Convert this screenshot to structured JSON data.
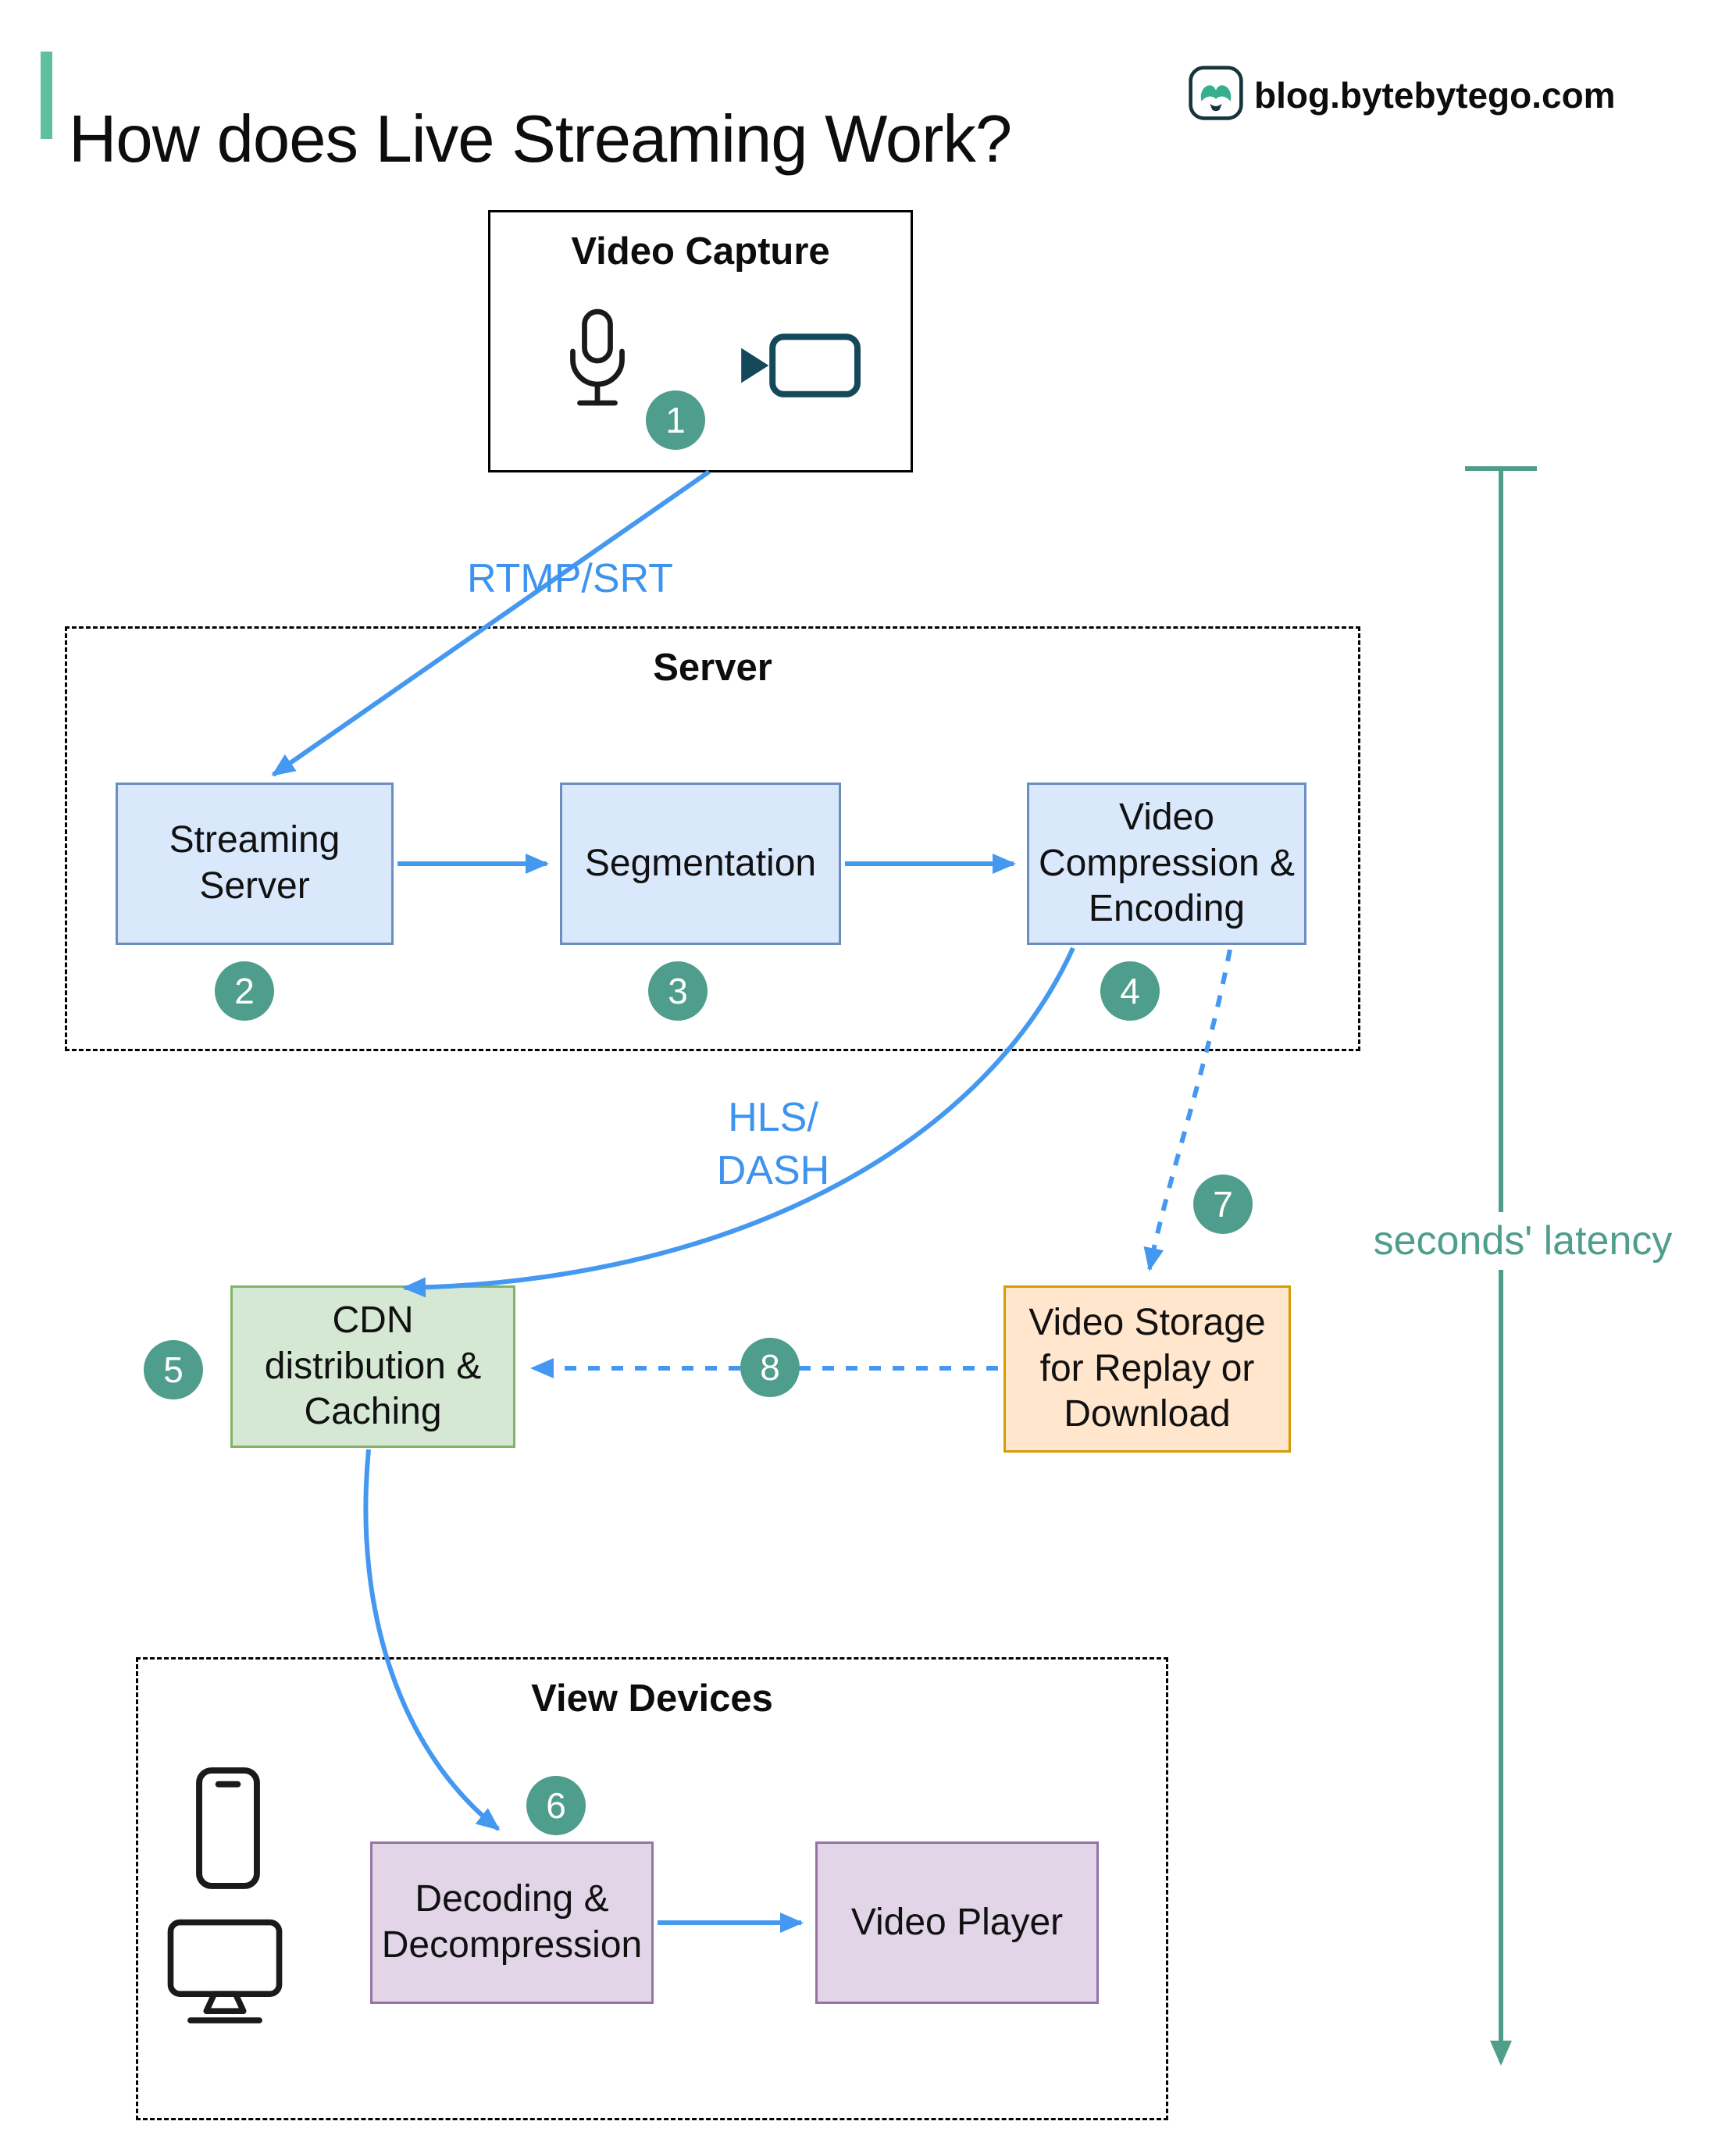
{
  "header": {
    "title": "How does Live Streaming Work?",
    "site": "blog.bytebytego.com"
  },
  "groups": {
    "video_capture": "Video Capture",
    "server": "Server",
    "view_devices": "View Devices"
  },
  "nodes": {
    "streaming_server": "Streaming Server",
    "segmentation": "Segmentation",
    "video_compression": "Video Compression & Encoding",
    "cdn": "CDN distribution & Caching",
    "video_storage": "Video Storage for Replay or Download",
    "decoding": "Decoding & Decompression",
    "video_player": "Video Player"
  },
  "edges": {
    "rtmp": "RTMP/SRT",
    "hls": "HLS/\nDASH"
  },
  "steps": [
    "1",
    "2",
    "3",
    "4",
    "5",
    "6",
    "7",
    "8"
  ],
  "annotations": {
    "latency": "seconds' latency"
  },
  "icons": {
    "logo": "bytebytego-logo-icon",
    "microphone": "microphone-icon",
    "camera": "video-camera-icon",
    "phone": "smartphone-icon",
    "monitor": "desktop-monitor-icon"
  },
  "colors": {
    "arrow_blue": "#4598F0",
    "accent_teal": "#4F9D8C",
    "title_bar_teal": "#5FBFA1",
    "box_blue_fill": "#DAE8FC",
    "box_blue_border": "#6C8EBF",
    "box_green_fill": "#D5E8D4",
    "box_green_border": "#82B366",
    "box_orange_fill": "#FFE6CC",
    "box_orange_border": "#D79B00",
    "box_purple_fill": "#E1D5E7",
    "box_purple_border": "#9673A6"
  }
}
